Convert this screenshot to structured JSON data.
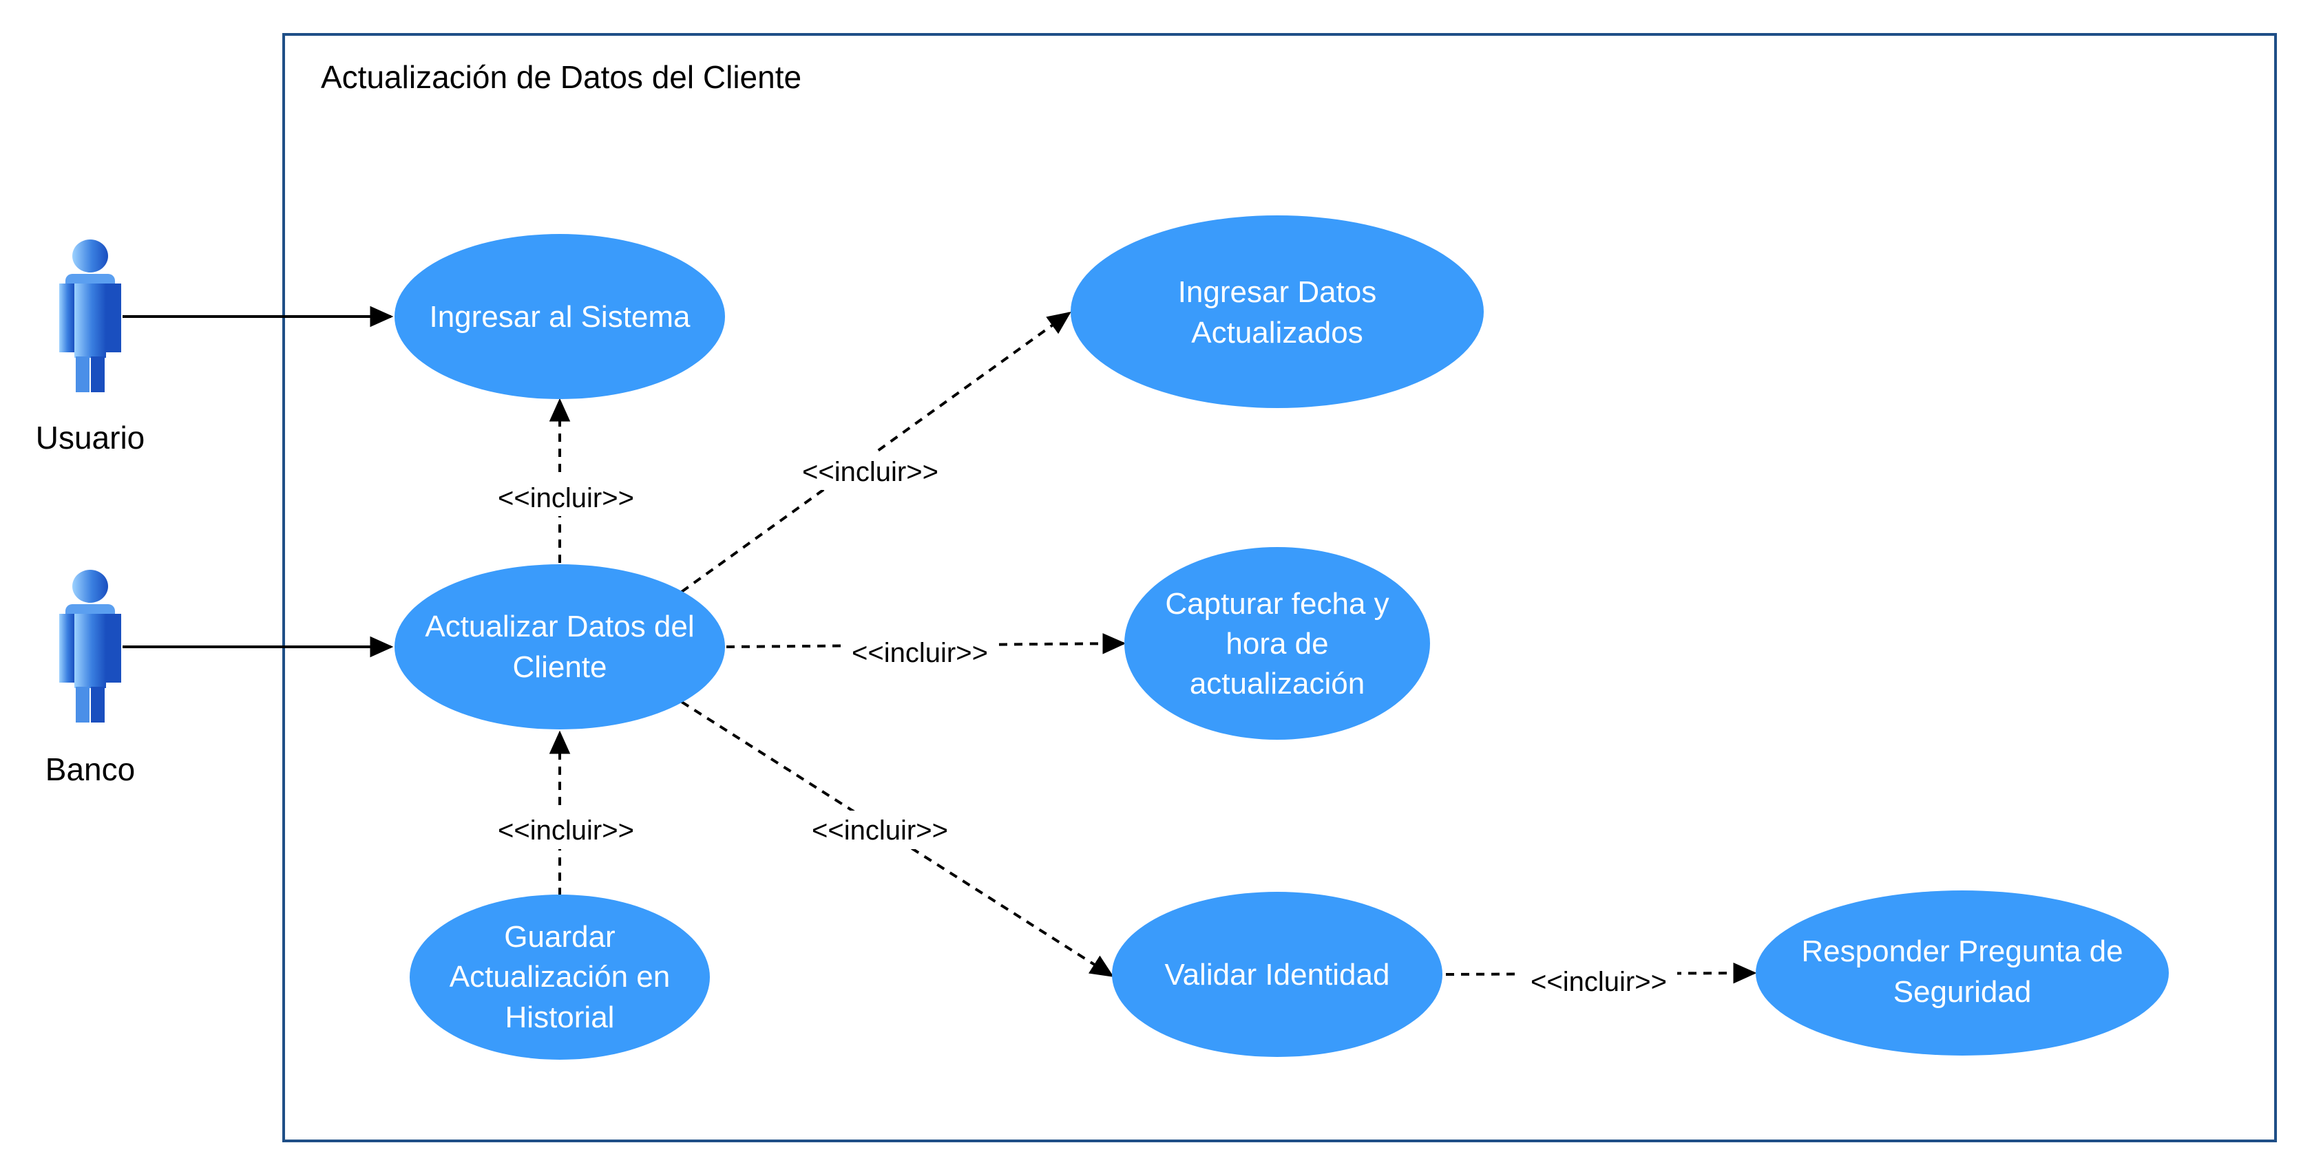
{
  "diagram": {
    "system_title": "Actualización de Datos del Cliente",
    "colors": {
      "use_case_fill": "#3a9bfb",
      "use_case_text": "#ffffff",
      "boundary_stroke": "#1f4f87",
      "actor_light": "#9dd2ff",
      "actor_dark": "#1a4fbf",
      "line": "#000000"
    },
    "actors": [
      {
        "id": "usuario",
        "label": "Usuario"
      },
      {
        "id": "banco",
        "label": "Banco"
      }
    ],
    "use_cases": [
      {
        "id": "ingresar_sistema",
        "lines": [
          "Ingresar al Sistema"
        ]
      },
      {
        "id": "actualizar_datos",
        "lines": [
          "Actualizar Datos del",
          "Cliente"
        ]
      },
      {
        "id": "guardar_historial",
        "lines": [
          "Guardar",
          "Actualización en",
          "Historial"
        ]
      },
      {
        "id": "ingresar_datos",
        "lines": [
          "Ingresar Datos",
          "Actualizados"
        ]
      },
      {
        "id": "capturar_fecha",
        "lines": [
          "Capturar fecha y",
          "hora de",
          "actualización"
        ]
      },
      {
        "id": "validar_identidad",
        "lines": [
          "Validar Identidad"
        ]
      },
      {
        "id": "responder_pregunta",
        "lines": [
          "Responder Pregunta de",
          "Seguridad"
        ]
      }
    ],
    "associations": [
      {
        "from": "usuario",
        "to": "ingresar_sistema"
      },
      {
        "from": "banco",
        "to": "actualizar_datos"
      }
    ],
    "includes": [
      {
        "from": "actualizar_datos",
        "to": "ingresar_sistema",
        "label": "<<incluir>>"
      },
      {
        "from": "actualizar_datos",
        "to": "ingresar_datos",
        "label": "<<incluir>>"
      },
      {
        "from": "actualizar_datos",
        "to": "capturar_fecha",
        "label": "<<incluir>>"
      },
      {
        "from": "actualizar_datos",
        "to": "validar_identidad",
        "label": "<<incluir>>"
      },
      {
        "from": "guardar_historial",
        "to": "actualizar_datos",
        "label": "<<incluir>>"
      },
      {
        "from": "validar_identidad",
        "to": "responder_pregunta",
        "label": "<<incluir>>"
      }
    ]
  }
}
